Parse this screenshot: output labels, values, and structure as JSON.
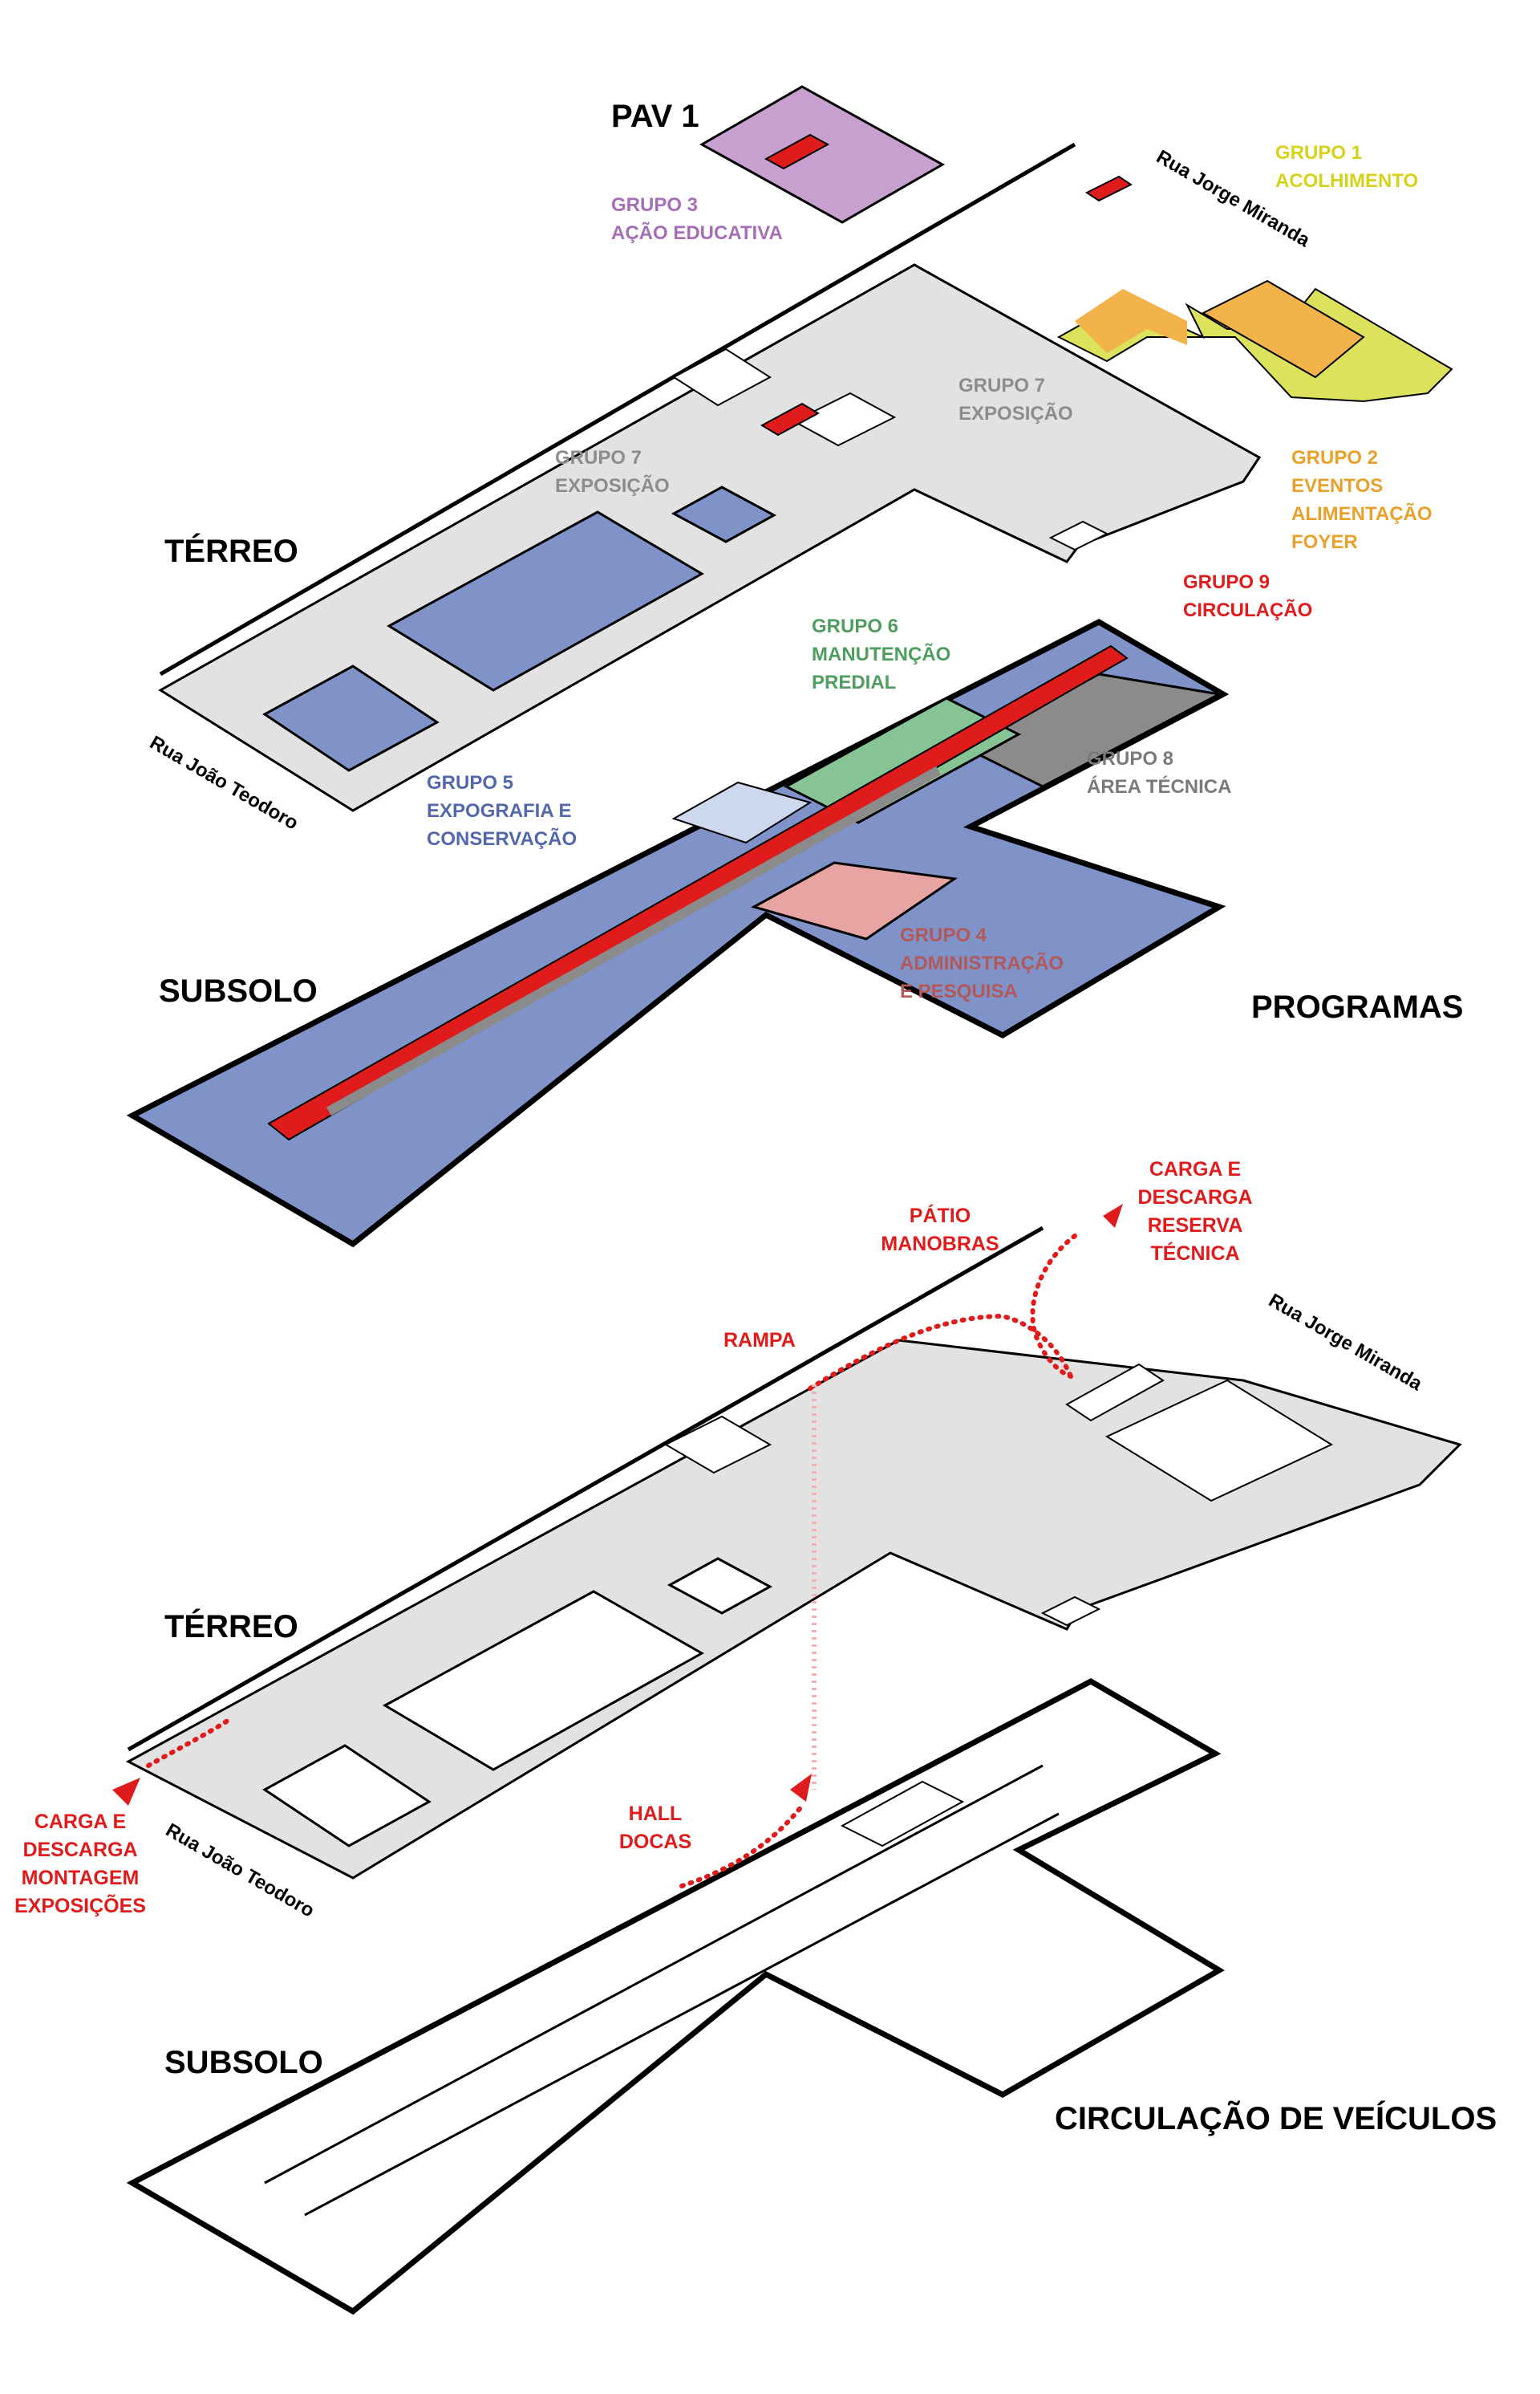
{
  "colors": {
    "grupo1": "#dde25c",
    "grupo2": "#f2b34a",
    "grupo3": "#c7a0cf",
    "grupo4": "#e8a3a3",
    "grupo5": "#8093c9",
    "grupo6": "#86c496",
    "grupo7": "#e2e2e2",
    "grupo8": "#8b8b8b",
    "grupo9": "#e01b1b",
    "light_blue": "#cdd8ee",
    "label_grupo1": "#d6d21a",
    "label_grupo2": "#eaa12c",
    "label_grupo3": "#a56eb7",
    "label_grupo4": "#b35858",
    "label_grupo5": "#5367ad",
    "label_grupo6": "#4f9e60",
    "label_grupo7": "#8c8c8c",
    "label_grupo8": "#7a7a7a",
    "label_grupo9": "#e01b1b",
    "arrow": "#e01b1b"
  },
  "programas": {
    "section_title": "PROGRAMAS",
    "levels": {
      "pav1": "PAV 1",
      "terreo": "TÉRREO",
      "subsolo": "SUBSOLO"
    },
    "streets": {
      "jorge_miranda": "Rua Jorge Miranda",
      "joao_teodoro": "Rua João Teodoro"
    },
    "groups": [
      {
        "id": "g1",
        "lines": [
          "GRUPO 1",
          "ACOLHIMENTO"
        ]
      },
      {
        "id": "g2",
        "lines": [
          "GRUPO 2",
          "EVENTOS",
          "ALIMENTAÇÃO",
          "FOYER"
        ]
      },
      {
        "id": "g3",
        "lines": [
          "GRUPO 3",
          "AÇÃO EDUCATIVA"
        ]
      },
      {
        "id": "g4",
        "lines": [
          "GRUPO 4",
          "ADMINISTRAÇÃO",
          "E PESQUISA"
        ]
      },
      {
        "id": "g5",
        "lines": [
          "GRUPO 5",
          "EXPOGRAFIA E",
          "CONSERVAÇÃO"
        ]
      },
      {
        "id": "g6",
        "lines": [
          "GRUPO 6",
          "MANUTENÇÃO",
          "PREDIAL"
        ]
      },
      {
        "id": "g7a",
        "lines": [
          "GRUPO 7",
          "EXPOSIÇÃO"
        ]
      },
      {
        "id": "g7b",
        "lines": [
          "GRUPO 7",
          "EXPOSIÇÃO"
        ]
      },
      {
        "id": "g8",
        "lines": [
          "GRUPO 8",
          "ÁREA TÉCNICA"
        ]
      },
      {
        "id": "g9",
        "lines": [
          "GRUPO 9",
          "CIRCULAÇÃO"
        ]
      }
    ]
  },
  "circulacao": {
    "section_title": "CIRCULAÇÃO DE VEÍCULOS",
    "levels": {
      "terreo": "TÉRREO",
      "subsolo": "SUBSOLO"
    },
    "streets": {
      "jorge_miranda": "Rua Jorge Miranda",
      "joao_teodoro": "Rua João Teodoro"
    },
    "labels": {
      "carga_reserva": [
        "CARGA E",
        "DESCARGA",
        "RESERVA",
        "TÉCNICA"
      ],
      "patio": [
        "PÁTIO",
        "MANOBRAS"
      ],
      "rampa": [
        "RAMPA"
      ],
      "carga_montagem": [
        "CARGA E",
        "DESCARGA",
        "MONTAGEM",
        "EXPOSIÇÕES"
      ],
      "hall": [
        "HALL",
        "DOCAS"
      ]
    }
  }
}
